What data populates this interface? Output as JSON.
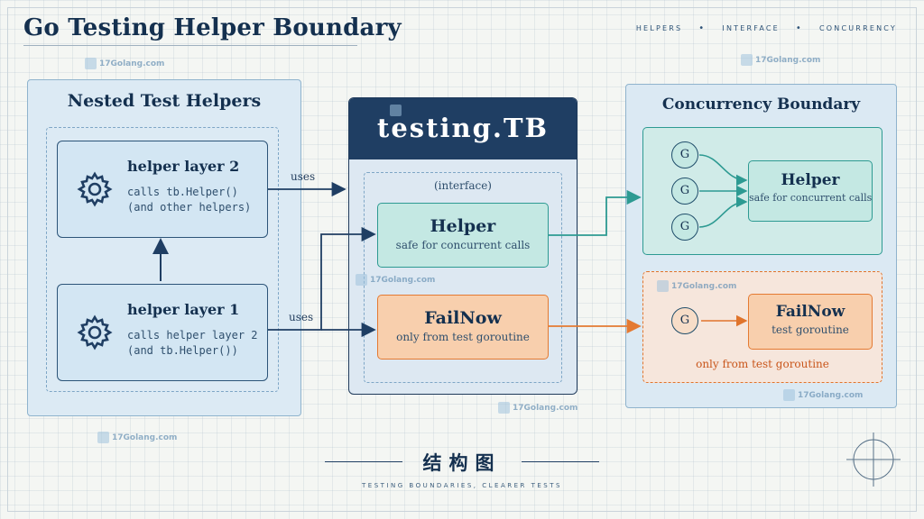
{
  "header": {
    "title": "Go Testing Helper Boundary",
    "tags": [
      "HELPERS",
      "INTERFACE",
      "CONCURRENCY"
    ]
  },
  "left_panel": {
    "title": "Nested Test Helpers",
    "layer2": {
      "title": "helper layer 2",
      "desc": "calls tb.Helper()\n(and other helpers)"
    },
    "layer1": {
      "title": "helper layer 1",
      "desc": "calls helper layer 2\n(and tb.Helper())"
    },
    "gear_icon": "gear-icon"
  },
  "edges": {
    "uses_top": "uses",
    "uses_bottom": "uses"
  },
  "tb_panel": {
    "title": "testing.TB",
    "interface_label": "(interface)",
    "helper": {
      "title": "Helper",
      "subtitle": "safe for concurrent calls"
    },
    "failnow": {
      "title": "FailNow",
      "subtitle": "only from test goroutine"
    }
  },
  "concurrency_panel": {
    "title": "Concurrency Boundary",
    "goroutine_label": "G",
    "top_box": {
      "title": "Helper",
      "subtitle": "safe for concurrent calls"
    },
    "bottom_box": {
      "title": "FailNow",
      "subtitle": "test goroutine"
    },
    "bottom_note": "only from test goroutine"
  },
  "watermark": "17Golang.com",
  "footer": {
    "title": "结构图",
    "subtitle": "TESTING BOUNDARIES, CLEARER TESTS"
  },
  "colors": {
    "navy": "#1f3e63",
    "teal": "#2d9a92",
    "orange": "#e47a32"
  }
}
